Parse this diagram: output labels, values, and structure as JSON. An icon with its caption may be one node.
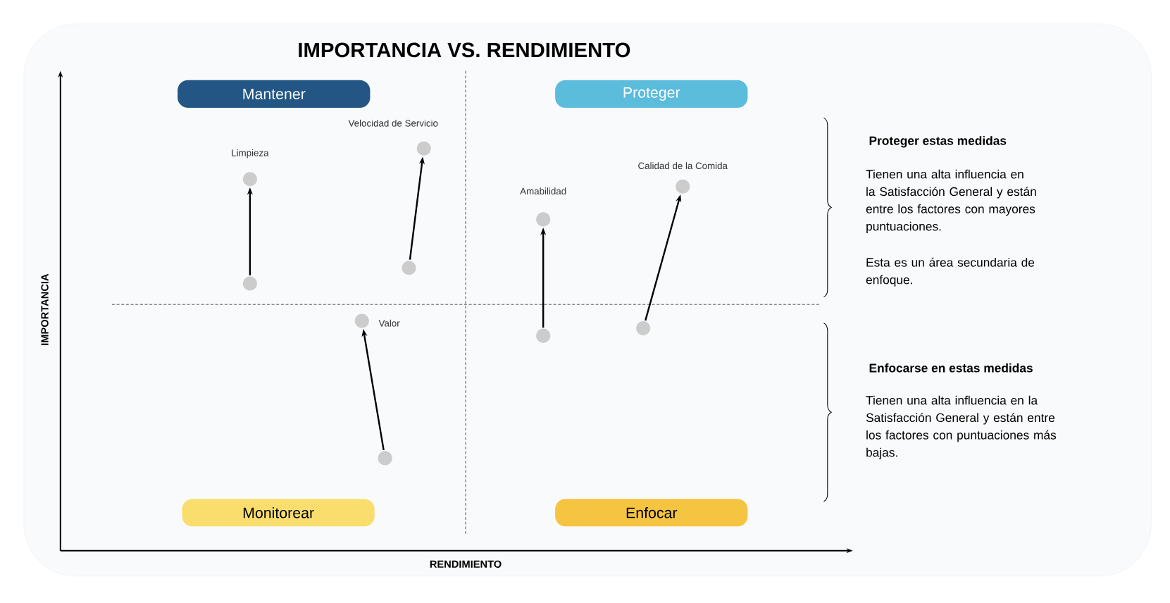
{
  "diagram": {
    "title": "IMPORTANCIA VS. RENDIMIENTO",
    "nodes": [
      {
        "text": [
          "Mantener"
        ]
      },
      {
        "text": [
          "Proteger"
        ]
      },
      {
        "text": [
          "Monitorear"
        ]
      },
      {
        "text": [
          "Enfocar"
        ]
      },
      {
        "text": [],
        "shape": "circle"
      },
      {
        "text": [],
        "shape": "circle",
        "beside": [
          "Limpieza"
        ]
      },
      {
        "text": [],
        "shape": "circle",
        "beside": [
          "Valor"
        ]
      },
      {
        "text": [],
        "shape": "circle"
      },
      {
        "text": [],
        "shape": "circle"
      },
      {
        "text": [],
        "shape": "circle",
        "beside": [
          "Velocidad de Servicio"
        ]
      },
      {
        "text": [],
        "shape": "circle"
      },
      {
        "text": [],
        "shape": "circle",
        "beside": [
          "Amabilidad"
        ]
      },
      {
        "text": [],
        "shape": "circle"
      },
      {
        "text": [],
        "shape": "circle",
        "beside": [
          "Calidad de la Comida"
        ]
      }
    ],
    "edges": [
      {
        "from": 4,
        "to": 5,
        "arrow": "to"
      },
      {
        "from": 7,
        "to": 6,
        "arrow": "to"
      },
      {
        "from": 8,
        "to": 9,
        "arrow": "to"
      },
      {
        "from": 10,
        "to": 11,
        "arrow": "to"
      },
      {
        "from": 12,
        "to": 13,
        "arrow": "to"
      }
    ],
    "labels": [
      "IMPORTANCIA",
      "RENDIMIENTO",
      "Proteger estas medidas",
      "Tienen una alta influencia en la Satisfacción General y están entre los factores con mayores puntuaciones.",
      "Esta es un área secundaria de enfoque.",
      "Enfocarse en estas medidas",
      "Tienen una alta influencia en la Satisfacción General y están entre los factores con puntuaciones más bajas."
    ]
  }
}
